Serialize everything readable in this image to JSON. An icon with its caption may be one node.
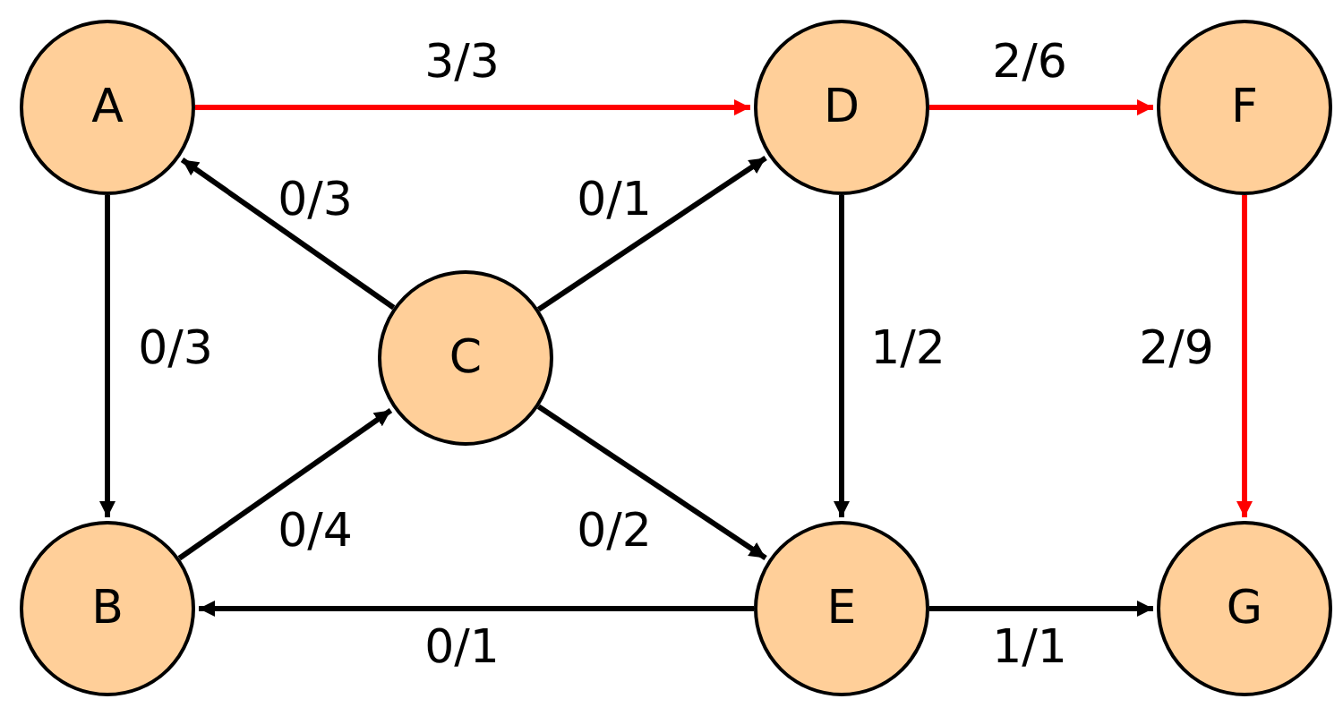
{
  "diagram": {
    "nodes": [
      {
        "text": [
          "A"
        ]
      },
      {
        "text": [
          "D"
        ]
      },
      {
        "text": [
          "F"
        ]
      },
      {
        "text": [
          "C"
        ]
      },
      {
        "text": [
          "B"
        ]
      },
      {
        "text": [
          "E"
        ]
      },
      {
        "text": [
          "G"
        ]
      }
    ],
    "edges": [
      {
        "from": 0,
        "to": 1,
        "arrow": "to",
        "label": "3/3",
        "color": "#ff0000"
      },
      {
        "from": 1,
        "to": 2,
        "arrow": "to",
        "label": "2/6",
        "color": "#ff0000"
      },
      {
        "from": 2,
        "to": 6,
        "arrow": "to",
        "label": "2/9",
        "color": "#ff0000"
      },
      {
        "from": 0,
        "to": 4,
        "arrow": "to",
        "label": "0/3"
      },
      {
        "from": 3,
        "to": 0,
        "arrow": "to",
        "label": "0/3"
      },
      {
        "from": 3,
        "to": 1,
        "arrow": "to",
        "label": "0/1"
      },
      {
        "from": 4,
        "to": 3,
        "arrow": "to",
        "label": "0/4"
      },
      {
        "from": 3,
        "to": 5,
        "arrow": "to",
        "label": "0/2"
      },
      {
        "from": 5,
        "to": 4,
        "arrow": "to",
        "label": "0/1"
      },
      {
        "from": 1,
        "to": 5,
        "arrow": "to",
        "label": "1/2"
      },
      {
        "from": 5,
        "to": 6,
        "arrow": "to",
        "label": "1/1"
      }
    ]
  }
}
